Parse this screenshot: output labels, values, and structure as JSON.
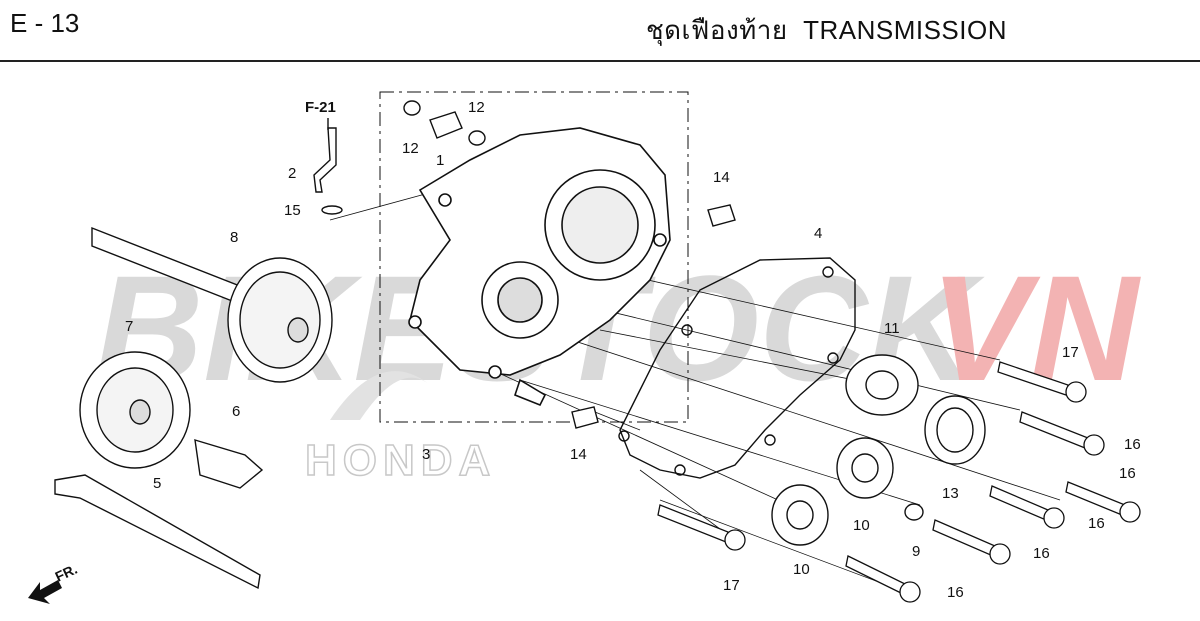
{
  "header": {
    "page_code": "E - 13",
    "title_thai": "ชุดเฟืองท้าย",
    "title_en": "TRANSMISSION"
  },
  "reference": {
    "label": "F-21"
  },
  "watermark": {
    "part1": "BIKESTOCK",
    "part2": "VN",
    "brand": "HONDA"
  },
  "callouts": {
    "c1": "1",
    "c2": "2",
    "c3": "3",
    "c4": "4",
    "c5": "5",
    "c6": "6",
    "c7": "7",
    "c8": "8",
    "c9": "9",
    "c10a": "10",
    "c10b": "10",
    "c11": "11",
    "c12a": "12",
    "c12b": "12",
    "c13": "13",
    "c14a": "14",
    "c14b": "14",
    "c15": "15",
    "c16a": "16",
    "c16b": "16",
    "c16c": "16",
    "c16d": "16",
    "c16e": "16",
    "c17a": "17",
    "c17b": "17"
  },
  "direction": {
    "label": "FR."
  },
  "colors": {
    "watermark_gray": "#d4d4d4",
    "watermark_red": "#f2b0b0",
    "line": "#111111"
  }
}
